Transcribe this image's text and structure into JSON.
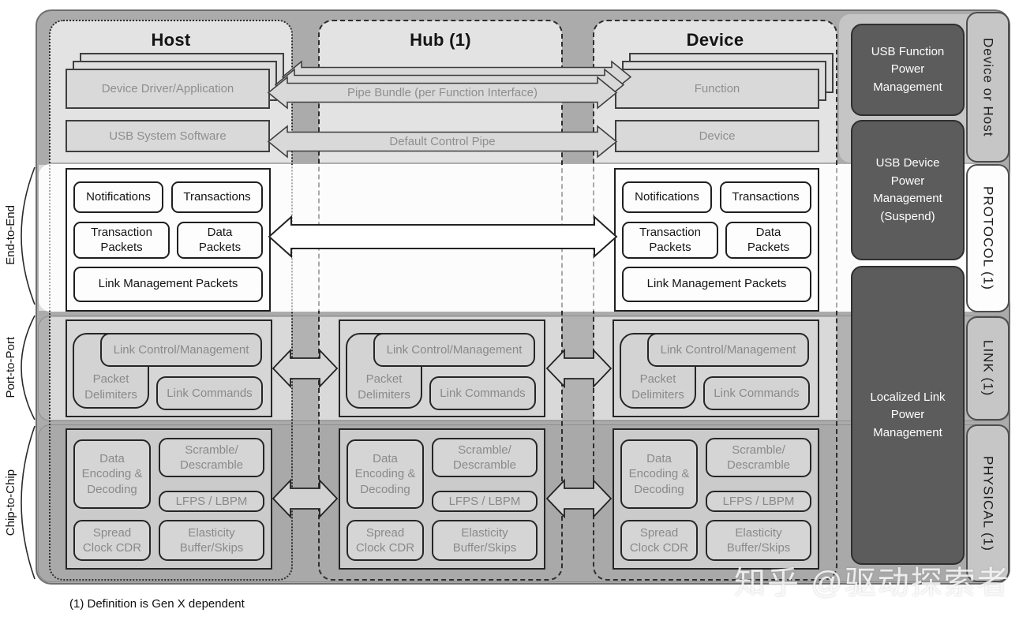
{
  "columns": {
    "host": {
      "title": "Host",
      "app_box": "Device Driver/Application",
      "sys_box": "USB System Software"
    },
    "hub": {
      "title": "Hub (1)"
    },
    "device": {
      "title": "Device",
      "function_box": "Function",
      "device_box": "Device"
    }
  },
  "pipes": {
    "pipe_bundle": "Pipe Bundle (per Function Interface)",
    "default_control": "Default Control Pipe"
  },
  "protocol": {
    "notifications": "Notifications",
    "transactions": "Transactions",
    "transaction_packets": "Transaction\nPackets",
    "data_packets": "Data\nPackets",
    "link_management_packets": "Link Management Packets"
  },
  "link": {
    "link_control": "Link Control/Management",
    "packet_delimiters": "Packet\nDelimiters",
    "link_commands": "Link  Commands"
  },
  "physical": {
    "data_encoding": "Data\nEncoding &\nDecoding",
    "scramble": "Scramble/\nDescramble",
    "lfps": "LFPS / LBPM",
    "spread_clock": "Spread\nClock CDR",
    "elasticity": "Elasticity\nBuffer/Skips"
  },
  "row_labels": {
    "end_to_end": "End-to-End",
    "port_to_port": "Port-to-Port",
    "chip_to_chip": "Chip-to-Chip"
  },
  "band_labels": {
    "device_or_host": "Device or Host",
    "protocol": "PROTOCOL (1)",
    "link": "LINK (1)",
    "physical": "PHYSICAL (1)"
  },
  "power": {
    "function_pm": "USB Function\nPower\nManagement",
    "device_pm": "USB Device\nPower\nManagement\n(Suspend)",
    "localized_pm": "Localized Link\nPower\nManagement"
  },
  "footnote": "(1) Definition is Gen X dependent",
  "watermark": "知乎 @驱动探索者",
  "colors": {
    "outer_bg": "#ababab",
    "column_top_fill": "#e3e3e3",
    "protocol_band": "#fcfcfc",
    "link_band": "#b2b2b2",
    "physical_band": "#a9a9a9",
    "dark_box": "#5c5c5c",
    "muted_text": "#8e8e8e"
  }
}
